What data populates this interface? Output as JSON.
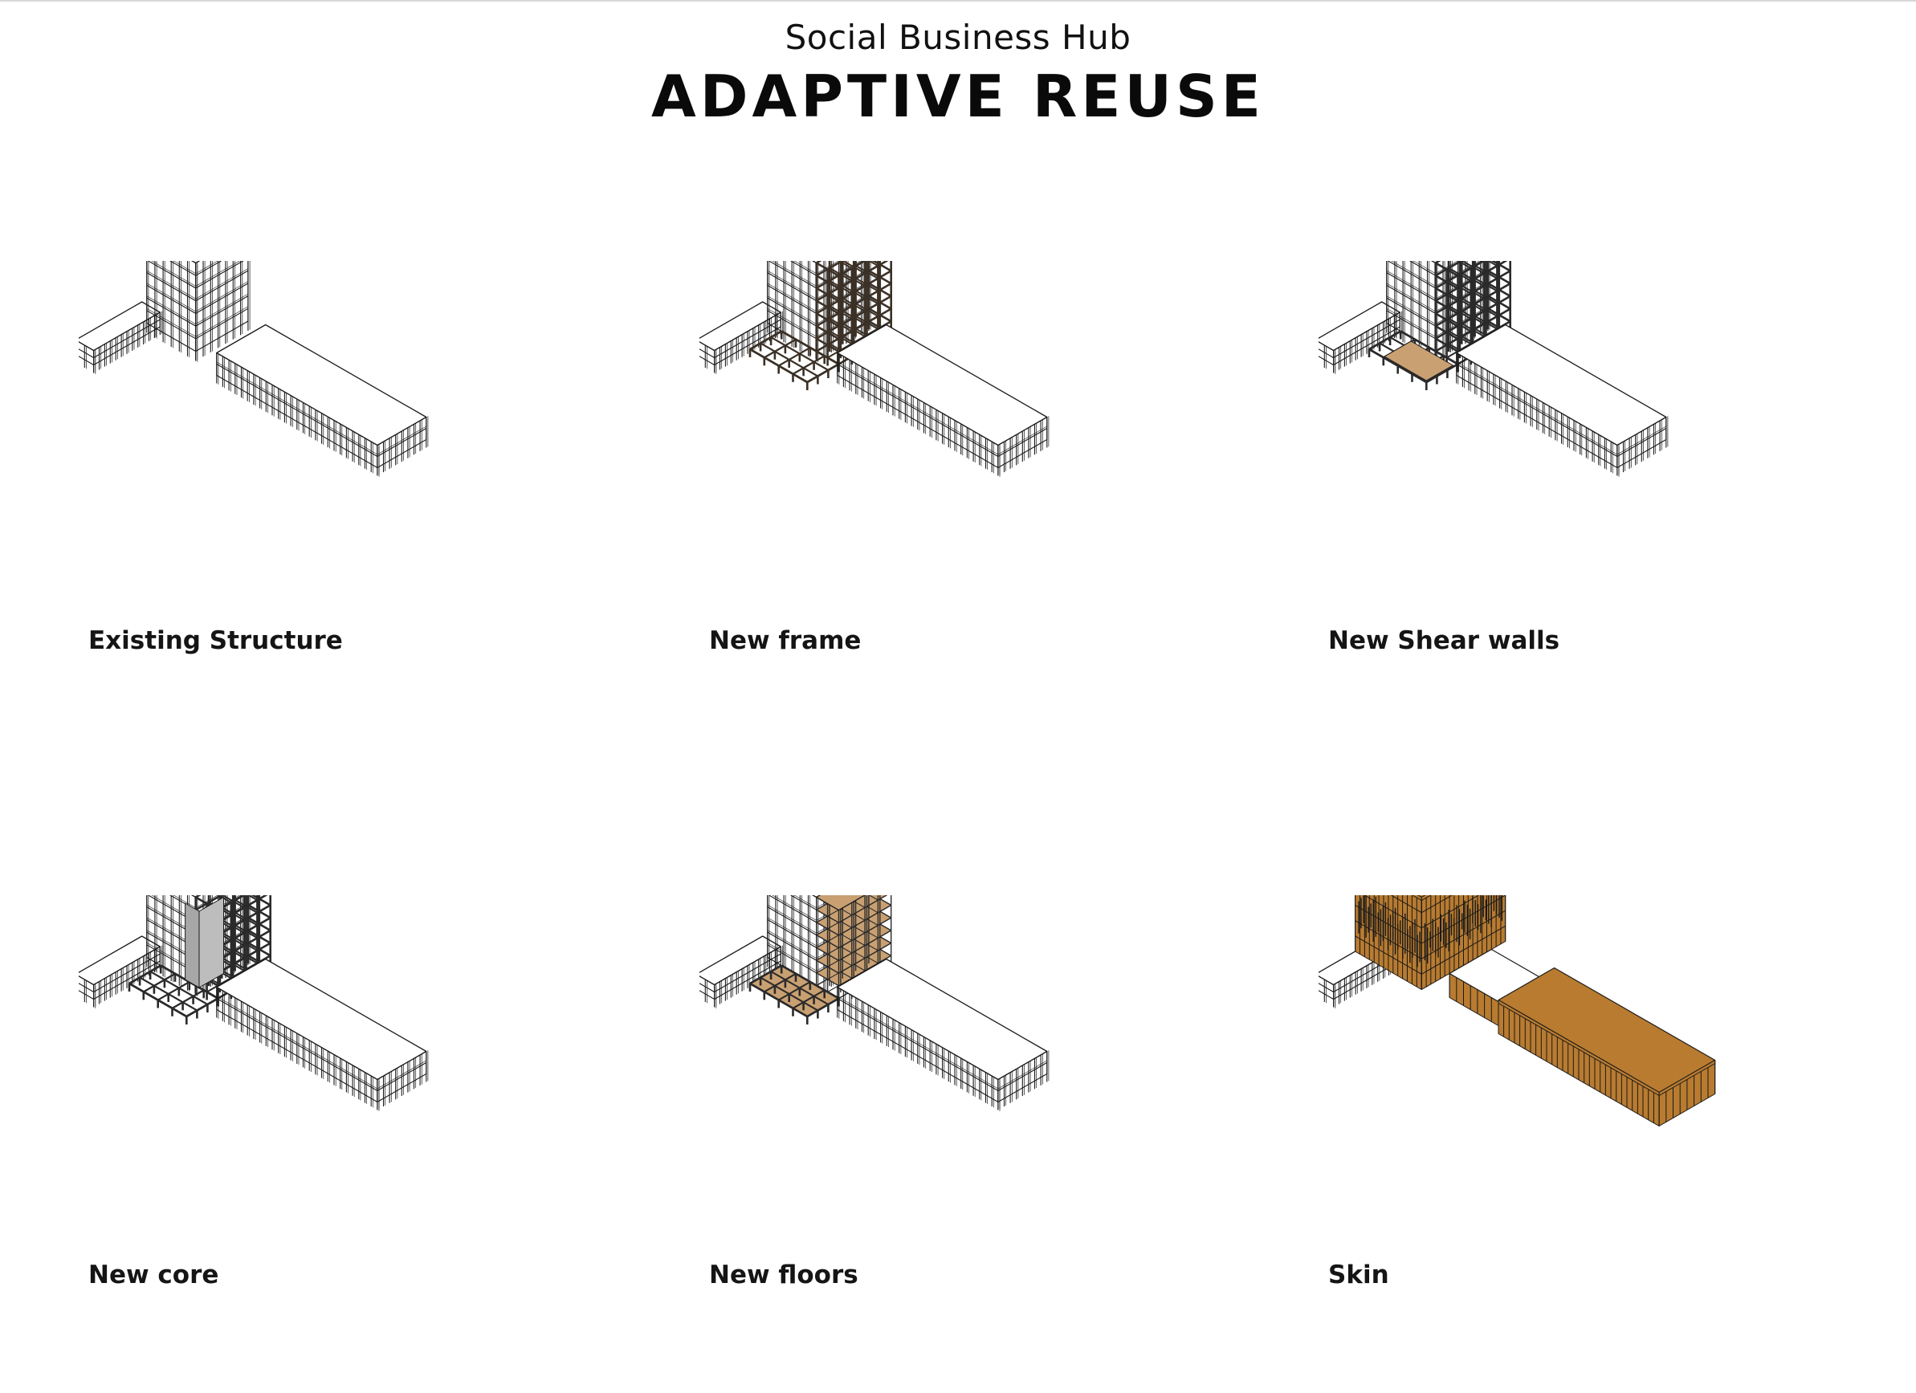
{
  "header": {
    "subtitle": "Social Business Hub",
    "title": "ADAPTIVE REUSE"
  },
  "panels": [
    {
      "label": "Existing Structure",
      "stage": "existing"
    },
    {
      "label": "New frame",
      "stage": "frame"
    },
    {
      "label": "New Shear walls",
      "stage": "shear"
    },
    {
      "label": "New core",
      "stage": "core"
    },
    {
      "label": "New floors",
      "stage": "floors"
    },
    {
      "label": "Skin",
      "stage": "skin"
    }
  ],
  "colors": {
    "line": "#1a1a1a",
    "frame_dark": "#3a3026",
    "wood": "#c9a072",
    "skin": "#b87b30",
    "core_gray": "#bdbdbd",
    "roof": "#ffffff"
  }
}
